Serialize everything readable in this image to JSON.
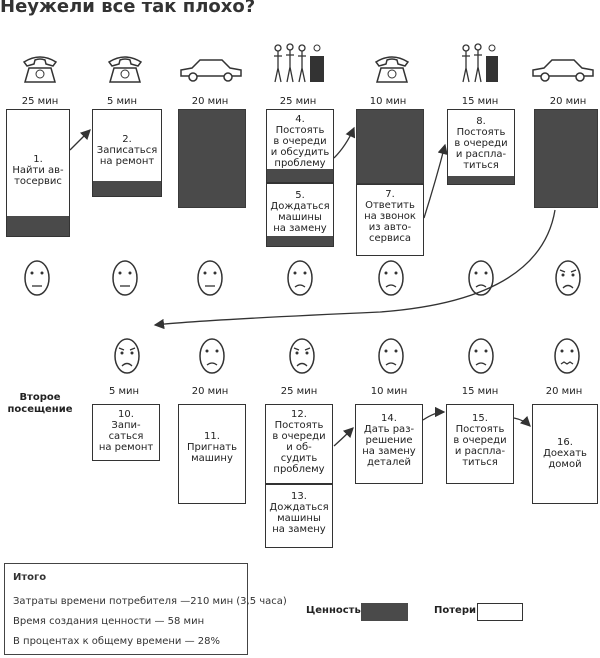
{
  "title": "Неужели все так плохо?",
  "row1": {
    "times": [
      "25 мин",
      "5 мин",
      "20 мин",
      "25 мин",
      "10 мин",
      "15 мин",
      "20 мин"
    ],
    "icons": [
      "telephone-icon",
      "telephone-icon",
      "car-icon",
      "people-queue-icon",
      "telephone-icon",
      "people-queue-icon",
      "car-icon"
    ],
    "steps": [
      {
        "label": "1.\nНайти ав-\nтосервис"
      },
      {
        "label": "2.\nЗаписаться\nна ремонт"
      },
      {
        "label": ""
      },
      {
        "label": "4.\nПостоять\nв очереди\nи обсудить\nпроблему"
      },
      {
        "label": "5.\nДождаться\nмашины\nна замену"
      },
      {
        "label": ""
      },
      {
        "label": "7.\nОтветить\nна звонок\nиз авто-\nсервиса"
      },
      {
        "label": "8.\nПостоять\nв очереди\nи расплa-\nтиться"
      },
      {
        "label": ""
      }
    ]
  },
  "row2": {
    "visit_label": "Второе\nпосещение",
    "times": [
      "5 мин",
      "20 мин",
      "25 мин",
      "10 мин",
      "15 мин",
      "20 мин"
    ],
    "steps": [
      {
        "label": "10.\nЗапи-\nсаться\nна ремонт"
      },
      {
        "label": "11.\nПригнать\nмашину"
      },
      {
        "label": "12.\nПостоять\nв очереди\nи об-\nсудить\nпроблему"
      },
      {
        "label": "13.\nДождаться\nмашины\nна замену"
      },
      {
        "label": "14.\nДать раз-\nрешение\nна замену\nдеталей"
      },
      {
        "label": "15.\nПостоять\nв очереди\nи расплa-\nтиться"
      },
      {
        "label": "16.\nДоехать\nдомой"
      }
    ]
  },
  "summary": {
    "heading": "Итого",
    "line1": "Затраты времени потребителя —210 мин (3,5 часа)",
    "line2": "Время создания ценности — 58 мин",
    "line3": "В процентах к общему времени — 28%"
  },
  "legend": {
    "value_label": "Ценность=",
    "loss_label": "Потери=",
    "value_color": "#4a4a4a"
  }
}
